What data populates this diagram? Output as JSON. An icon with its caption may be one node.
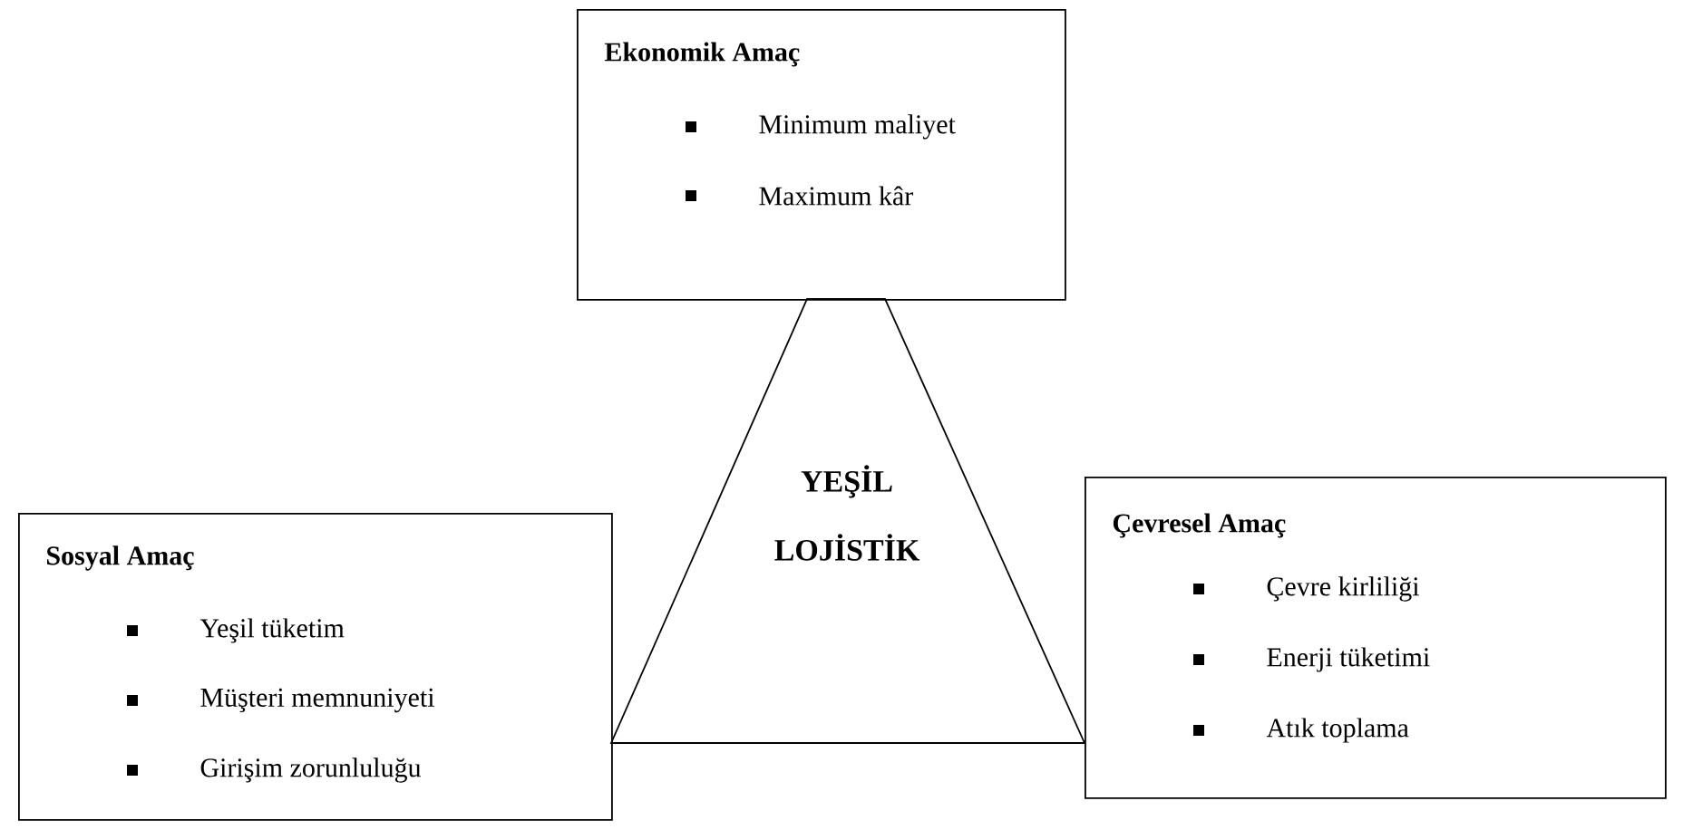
{
  "diagram": {
    "nodes": [
      {
        "text": [
          "Ekonomik Amaç",
          "Minimum maliyet",
          "Maximum kâr"
        ]
      },
      {
        "text": [
          "YEŞİL LOJİSTİK"
        ]
      },
      {
        "text": [
          "Sosyal Amaç",
          "Yeşil tüketim",
          "Müşteri memnuniyeti",
          "Girişim zorunluluğu"
        ]
      },
      {
        "text": [
          "Çevresel Amaç",
          "Çevre kirliliği",
          "Enerji tüketimi",
          "Atık toplama"
        ]
      }
    ]
  }
}
